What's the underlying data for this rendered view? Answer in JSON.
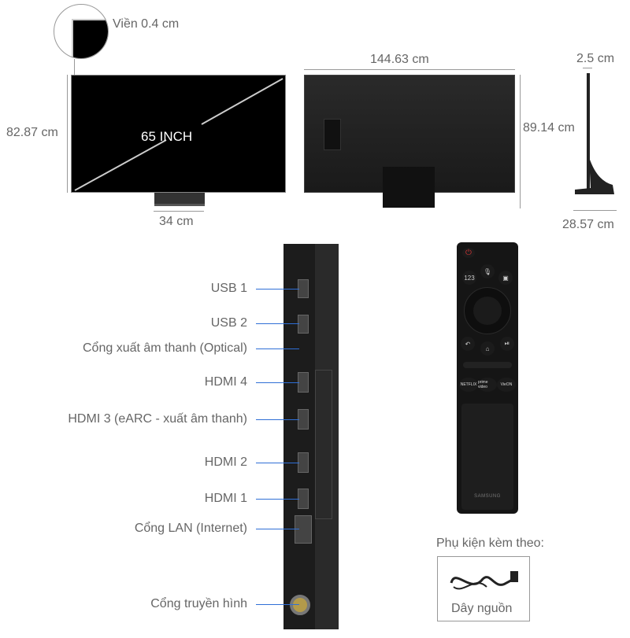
{
  "dimensions": {
    "bezel": "Viền 0.4 cm",
    "screen_size": "65 INCH",
    "front_height": "82.87 cm",
    "stand_width": "34 cm",
    "width": "144.63 cm",
    "height_with_stand": "89.14 cm",
    "depth": "2.5 cm",
    "stand_depth": "28.57 cm"
  },
  "ports": [
    {
      "label": "USB 1"
    },
    {
      "label": "USB 2"
    },
    {
      "label": "Cổng xuất âm thanh (Optical)"
    },
    {
      "label": "HDMI 4"
    },
    {
      "label": "HDMI 3 (eARC - xuất âm thanh)"
    },
    {
      "label": "HDMI 2"
    },
    {
      "label": "HDMI 1"
    },
    {
      "label": "Cổng LAN (Internet)"
    },
    {
      "label": "Cổng truyền hình"
    }
  ],
  "remote": {
    "num": "123",
    "netflix": "NETFLIX",
    "prime": "prime video",
    "vieon": "VieON",
    "brand": "SAMSUNG"
  },
  "accessories": {
    "title": "Phụ kiện kèm theo:",
    "item": "Dây nguồn"
  },
  "colors": {
    "leader_line": "#2f6fd6",
    "tv": "#000000"
  }
}
